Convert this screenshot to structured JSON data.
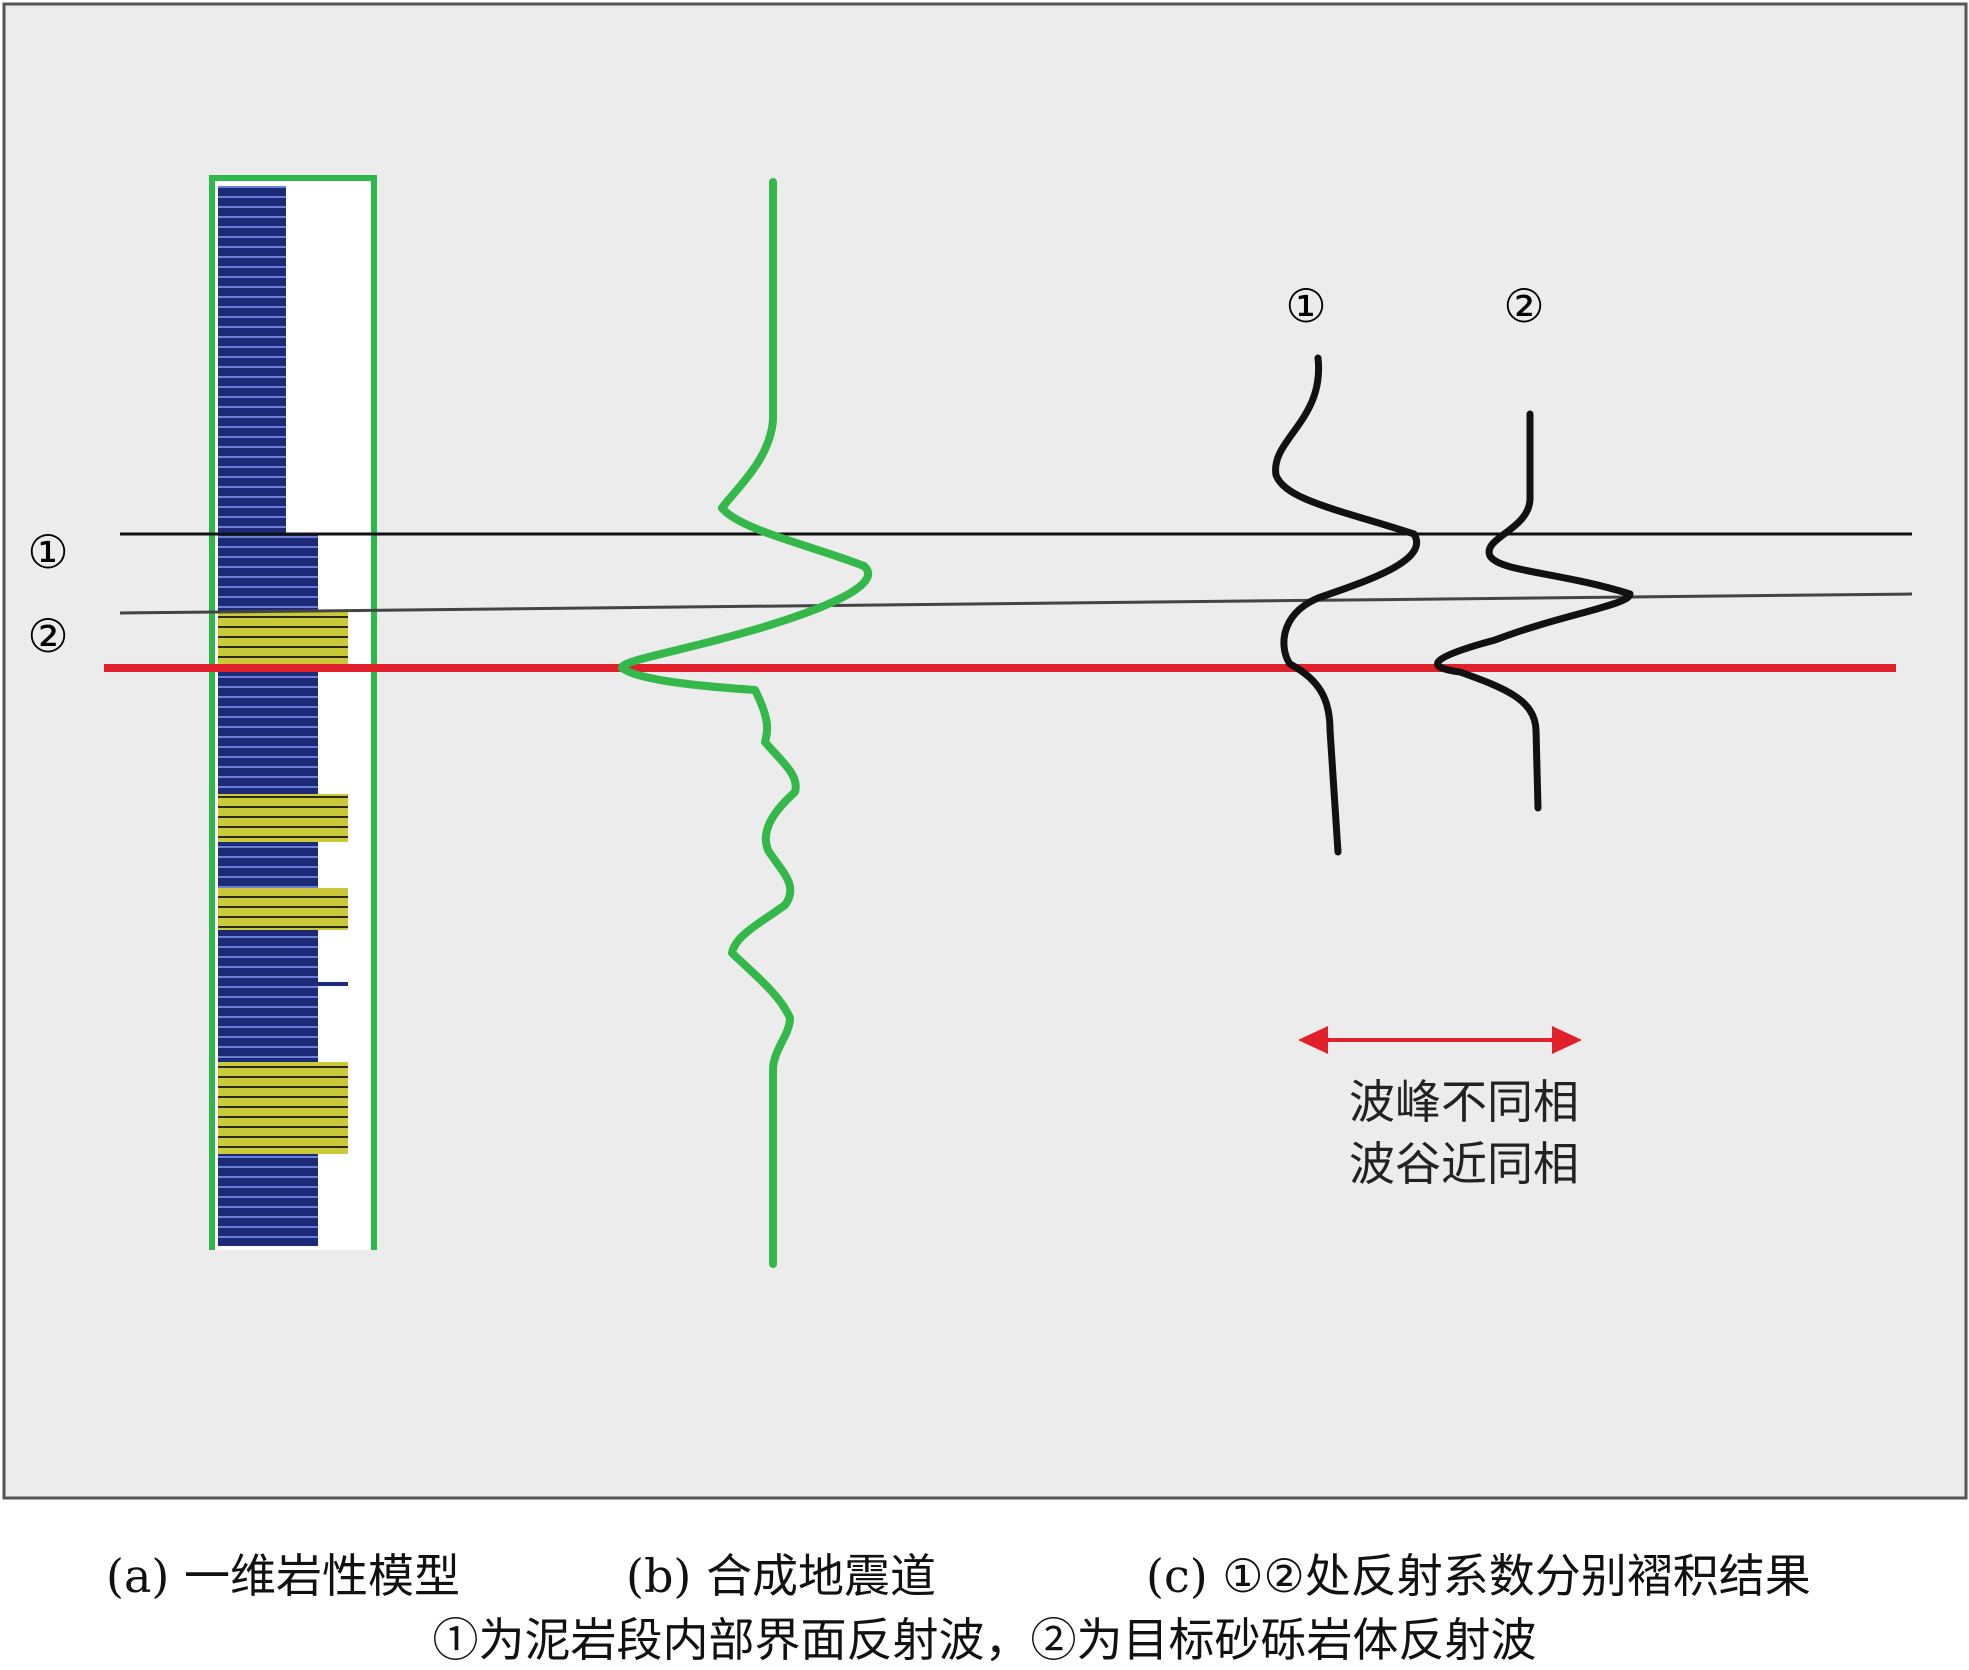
{
  "figure": {
    "colors": {
      "panel_bg": "#ececec",
      "panel_border": "#555555",
      "mudstone": "#1c2a78",
      "sandstone": "#c9c93a",
      "column_border": "#2fb84a",
      "trace": "#35b84a",
      "wavelet": "#111111",
      "target_line": "#e0202a",
      "arrow": "#e0202a"
    },
    "markers": {
      "left_1": "①",
      "left_2": "②",
      "wavelet_1": "①",
      "wavelet_2": "②"
    },
    "note": {
      "line1": "波峰不同相",
      "line2": "波谷近同相"
    }
  },
  "caption": {
    "a": "(a) 一维岩性模型",
    "b": "(b) 合成地震道",
    "c": "(c) ①②处反射系数分别褶积结果",
    "footnote": "①为泥岩段内部界面反射波，②为目标砂砾岩体反射波"
  }
}
